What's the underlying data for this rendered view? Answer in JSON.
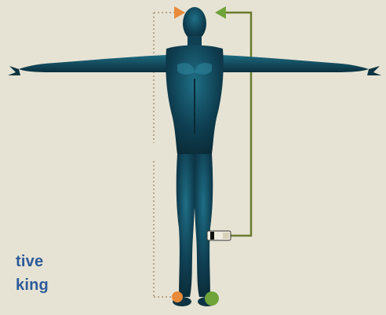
{
  "caption": {
    "line1": "tive",
    "line2": "king"
  },
  "colors": {
    "background": "#e6e3d4",
    "body": "#0d3442",
    "body_highlight": "#33a2bb",
    "caption_text": "#2d5a9a",
    "green_line": "#6b7b2b",
    "dotted_line": "#b8a68a",
    "orange_marker": "#e88a3a",
    "green_marker": "#6fa43a"
  },
  "icons": {
    "left_ear_marker": "orange-triangle",
    "right_ear_marker": "green-triangle",
    "left_foot_marker": "orange-dot",
    "right_foot_marker": "green-dot",
    "knee_device": "sensor-strap"
  }
}
